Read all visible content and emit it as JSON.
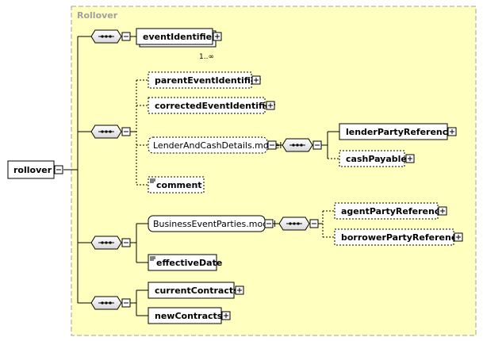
{
  "group": {
    "title": "Rollover"
  },
  "root": {
    "label": "rollover"
  },
  "elements": {
    "eventIdentifier": "eventIdentifier",
    "eventIdentifier_cardinality": "1..∞",
    "parentEventIdentifier": "parentEventIdentifier",
    "correctedEventIdentifier": "correctedEventIdentifier",
    "lenderAndCashDetails": "LenderAndCashDetails.model",
    "lenderPartyReference": "lenderPartyReference",
    "cashPayable": "cashPayable",
    "comment": "comment",
    "businessEventParties": "BusinessEventParties.model",
    "agentPartyReference": "agentPartyReference",
    "borrowerPartyReference": "borrowerPartyReference",
    "effectiveDate": "effectiveDate",
    "currentContracts": "currentContracts",
    "newContracts": "newContracts"
  },
  "icons": {
    "sequence": "sequence-compositor-icon",
    "collapse": "minus-box-icon",
    "expand": "plus-box-icon",
    "simple": "simple-type-icon"
  },
  "colors": {
    "group_fill": "#ffffc0",
    "group_border": "#a0a0a0",
    "box_fill": "#ffffff",
    "line": "#000000",
    "title": "#a0a0a0"
  }
}
